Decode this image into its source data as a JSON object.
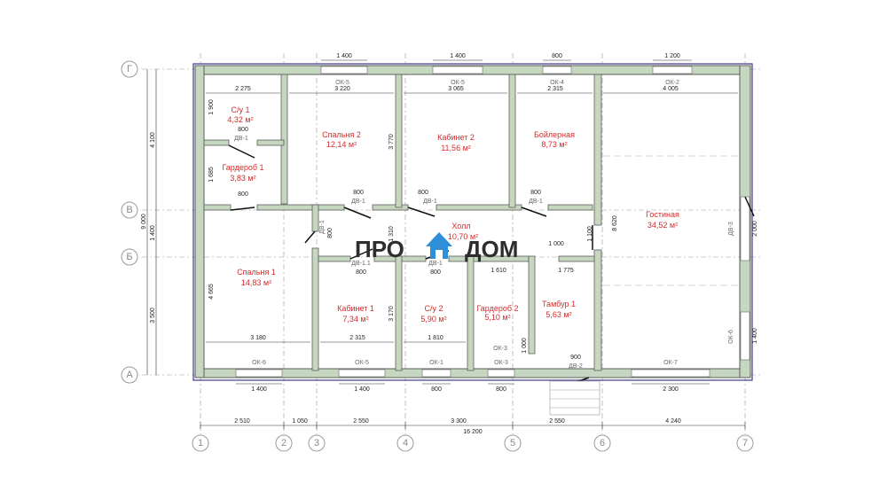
{
  "logo": {
    "left": "ПРО",
    "right": "ДОМ"
  },
  "rooms": [
    {
      "id": "su1",
      "name": "С/у 1",
      "area": "4,32 м²"
    },
    {
      "id": "garderob1",
      "name": "Гардероб 1",
      "area": "3,83 м²"
    },
    {
      "id": "spalnya2",
      "name": "Спальня 2",
      "area": "12,14 м²"
    },
    {
      "id": "kabinet2",
      "name": "Кабинет 2",
      "area": "11,56 м²"
    },
    {
      "id": "boilernaya",
      "name": "Бойлерная",
      "area": "8,73 м²"
    },
    {
      "id": "gostinaya",
      "name": "Гостиная",
      "area": "34,52 м²"
    },
    {
      "id": "holl",
      "name": "Холл",
      "area": "10,70 м²"
    },
    {
      "id": "spalnya1",
      "name": "Спальня 1",
      "area": "14,83 м²"
    },
    {
      "id": "kabinet1",
      "name": "Кабинет 1",
      "area": "7,34 м²"
    },
    {
      "id": "su2",
      "name": "С/у 2",
      "area": "5,90 м²"
    },
    {
      "id": "garderob2",
      "name": "Гардероб 2",
      "area": "5,10 м²"
    },
    {
      "id": "tambur1",
      "name": "Тамбур 1",
      "area": "5,63 м²"
    }
  ],
  "row_axes": [
    "Г",
    "В",
    "Б",
    "А"
  ],
  "col_axes": [
    "1",
    "2",
    "3",
    "4",
    "5",
    "6",
    "7"
  ],
  "window_tags": [
    "ОК-5",
    "ОК-5",
    "ОК-4",
    "ОК-2",
    "ОК-3",
    "ОК-6",
    "ОК-6",
    "ОК-5",
    "ОК-1",
    "ОК-3",
    "ОК-7"
  ],
  "door_tags": [
    "ДВ-1",
    "ДВ-1",
    "ДВ-1",
    "ДВ-1",
    "ДВ-1",
    "ДВ-1.1",
    "ДВ-1",
    "ДВ-2",
    "ДВ-3"
  ],
  "top_dims": [
    "1 400",
    "1 400",
    "800",
    "1 200"
  ],
  "bottom_dims": [
    "1 400",
    "1 400",
    "800",
    "800",
    "900",
    "2 300"
  ],
  "col_dims": [
    "2 510",
    "1 050",
    "2 550",
    "3 300",
    "2 550",
    "4 240"
  ],
  "total_width": "16 200",
  "left_dims": [
    "4 100",
    "1 400",
    "3 500"
  ],
  "total_height": "9 000",
  "inner_dims": {
    "top_widths": [
      "2 275",
      "3 220",
      "3 065",
      "2 315",
      "4 005"
    ],
    "bottom_widths": [
      "3 180",
      "2 315",
      "1 810"
    ],
    "doors800": [
      "800",
      "800",
      "800",
      "800",
      "800",
      "800",
      "800"
    ],
    "verticals": [
      "1 900",
      "1 685",
      "3 770",
      "4 665",
      "3 170",
      "8 620",
      "1 100",
      "1 310",
      "800",
      "1 000"
    ],
    "misc": [
      "1 000",
      "1 610",
      "1 775",
      "2 000",
      "1 400"
    ]
  }
}
